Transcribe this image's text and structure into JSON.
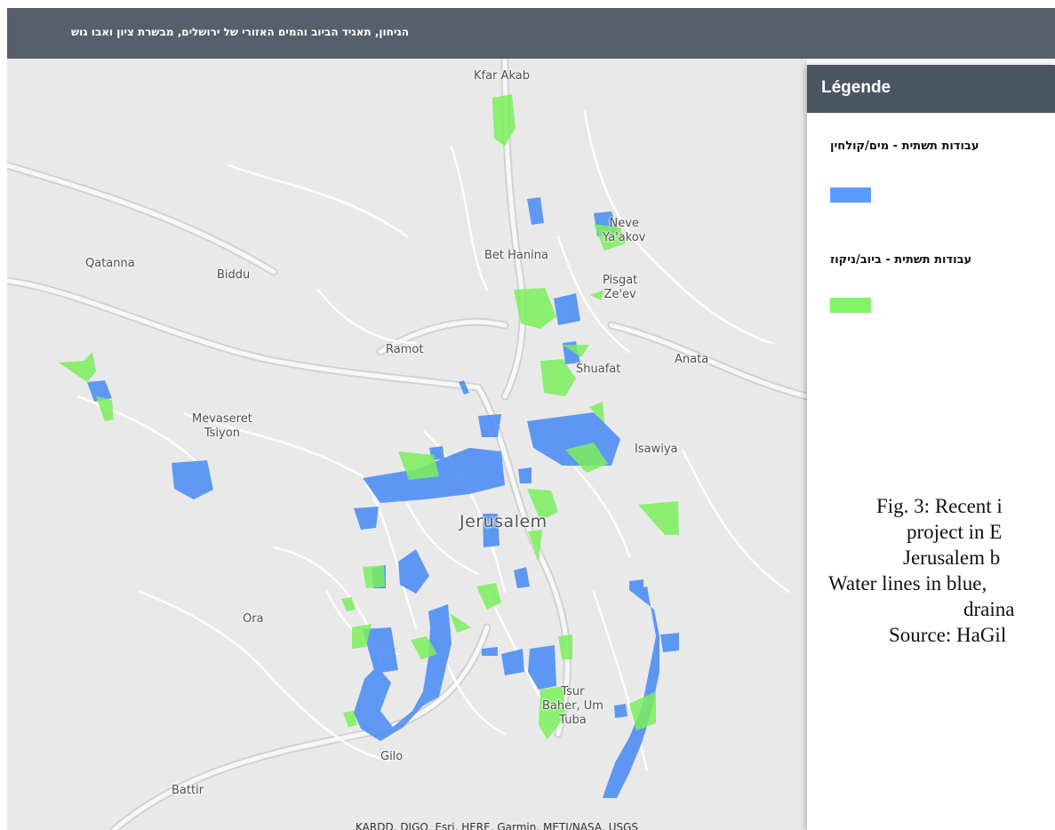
{
  "header": {
    "title": "הגיחון, תאגיד הביוב והמים האזורי של ירושלים, מבשרת ציון ואבו גוש"
  },
  "colors": {
    "water": "#5a9dff",
    "sewage": "#84f36a",
    "header_bg": "#565f6a",
    "legend_header_bg": "#4b5663",
    "map_bg": "#e9e9ea"
  },
  "map": {
    "places": {
      "kfar_akab": "Kfar Akab",
      "neve_yaakov": "Neve\nYa'akov",
      "bet_hanina": "Bet Hanina",
      "qatanna": "Qatanna",
      "biddu": "Biddu",
      "pisgat_zeev": "Pisgat\nZe'ev",
      "ramot": "Ramot",
      "shuafat": "Shuafat",
      "anata": "Anata",
      "mevaseret_tsiyon": "Mevaseret\nTsiyon",
      "isawiya": "Isawiya",
      "jerusalem": "Jerusalem",
      "ora": "Ora",
      "tsur_baher": "Tsur\nBaher, Um\nTuba",
      "gilo": "Gilo",
      "battir": "Battir"
    },
    "attribution": "KARDD, DJGO, Esri, HERE, Garmin, METI/NASA, USGS"
  },
  "legend": {
    "title": "Légende",
    "items": [
      {
        "label": "עבודות תשתית - מים/קולחין",
        "icon": "blue-swatch"
      },
      {
        "label": "עבודות תשתית - ביוב/ניקוז",
        "icon": "green-swatch"
      }
    ]
  },
  "caption": {
    "lines": [
      "Fig. 3: Recent i",
      "project in E",
      "Jerusalem b",
      "Water lines in blue,",
      "draina",
      "Source: HaGil"
    ]
  }
}
